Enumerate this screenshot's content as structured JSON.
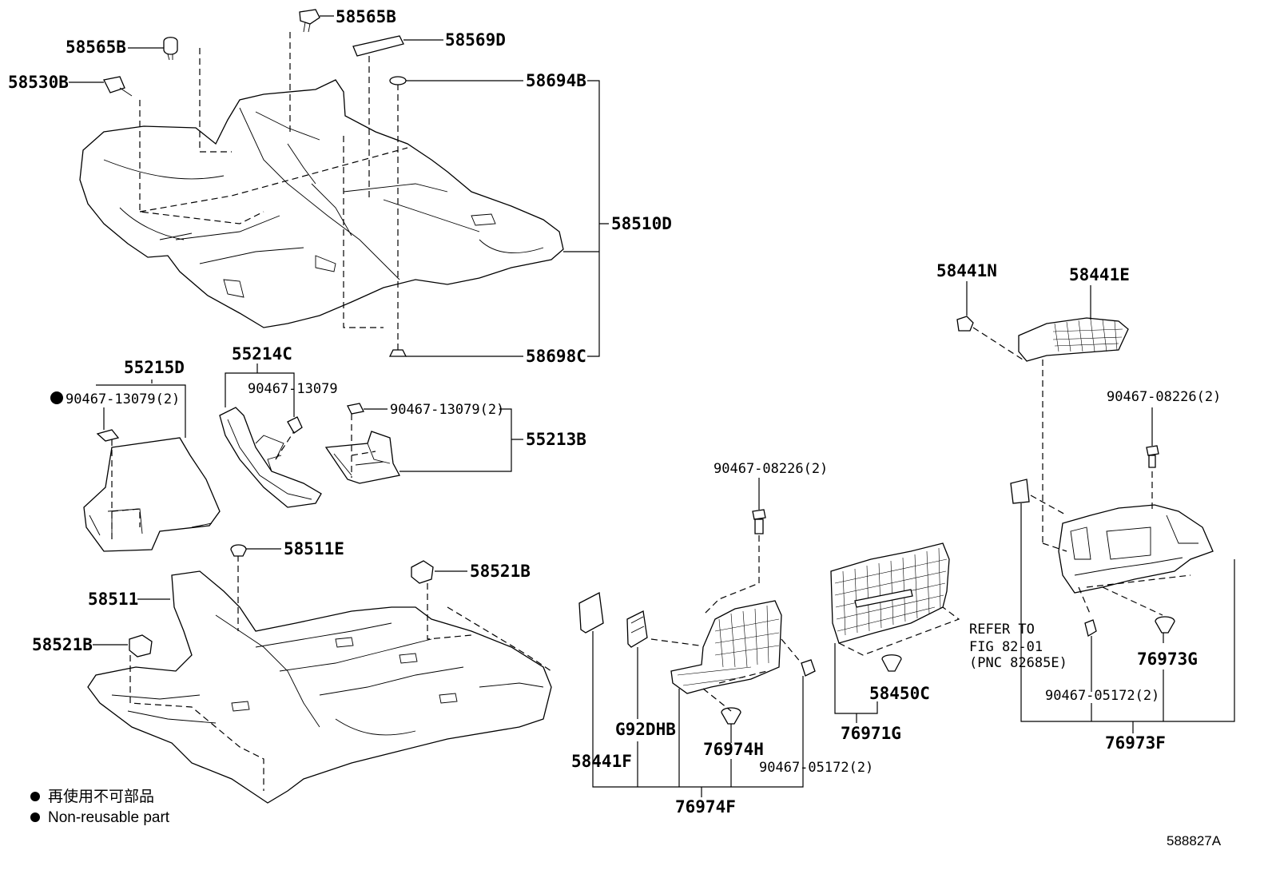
{
  "labels": {
    "p58565B_top": "58565B",
    "p58565B_left": "58565B",
    "p58569D": "58569D",
    "p58530B": "58530B",
    "p58694B": "58694B",
    "p58510D": "58510D",
    "p58698C": "58698C",
    "p55215D": "55215D",
    "p55214C": "55214C",
    "p90467_13079_2_left": "90467-13079(2)",
    "p90467_13079_mid": "90467-13079",
    "p90467_13079_2_right": "90467-13079(2)",
    "p55213B": "55213B",
    "p58511E": "58511E",
    "p58521B_right": "58521B",
    "p58511": "58511",
    "p58521B_left": "58521B",
    "p58441N": "58441N",
    "p58441E": "58441E",
    "p90467_08226_2_right": "90467-08226(2)",
    "p90467_08226_2_mid": "90467-08226(2)",
    "refer_line1": "REFER TO",
    "refer_line2": "FIG 82-01",
    "refer_line3": "(PNC 82685E)",
    "p76973G": "76973G",
    "p90467_05172_2_right": "90467-05172(2)",
    "p76973F": "76973F",
    "p58450C": "58450C",
    "p76971G": "76971G",
    "pG92DHB": "G92DHB",
    "p76974H": "76974H",
    "p58441F": "58441F",
    "p90467_05172_2_mid": "90467-05172(2)",
    "p76974F": "76974F"
  },
  "legend": {
    "line1": "再使用不可部品",
    "line2": "Non-reusable part"
  },
  "diagram_id": "588827A"
}
